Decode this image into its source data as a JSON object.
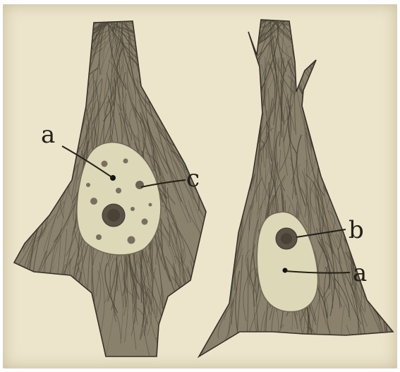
{
  "figure": {
    "labels": {
      "left_a": "a",
      "left_c": "c",
      "right_b": "b",
      "right_a": "a"
    },
    "colors": {
      "paper": "#ece5cc",
      "cytoplasm": "#8e8470",
      "fibril": "#3d382d",
      "nucleus": "#ddd8b8",
      "ink": "#222018"
    }
  }
}
